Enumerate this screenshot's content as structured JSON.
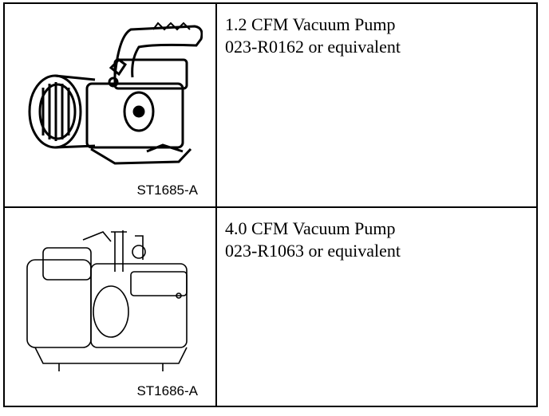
{
  "rows": [
    {
      "figure_id": "ST1685-A",
      "icon": "vacuum-pump-small-illustration",
      "line1": "1.2 CFM Vacuum Pump",
      "line2": "023-R0162 or equivalent"
    },
    {
      "figure_id": "ST1686-A",
      "icon": "vacuum-pump-large-illustration",
      "line1": "4.0 CFM Vacuum Pump",
      "line2": "023-R1063 or equivalent"
    }
  ]
}
